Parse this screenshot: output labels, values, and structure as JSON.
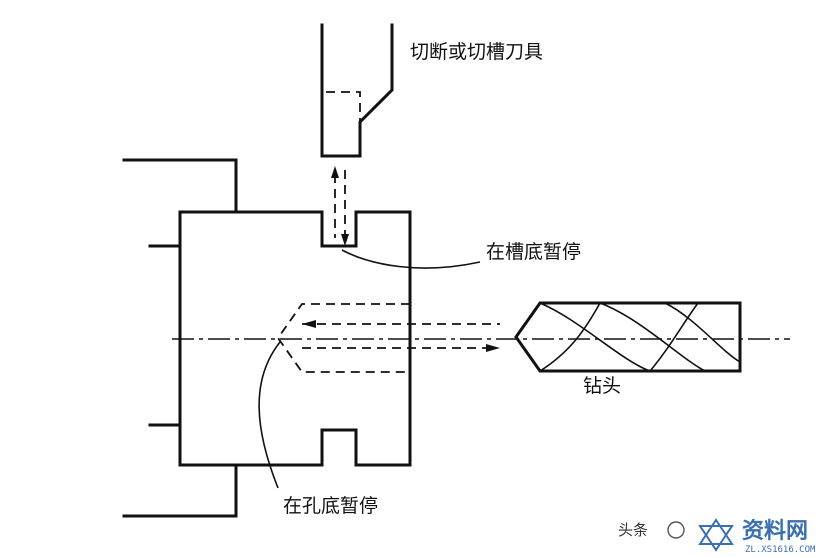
{
  "labels": {
    "tool": "切断或切槽刀具",
    "groove_dwell": "在槽底暂停",
    "drill": "钻头",
    "hole_dwell": "在孔底暂停"
  },
  "watermark": {
    "source": "头条",
    "brand": "资料网",
    "url": "ZL.XS1616.COM"
  }
}
